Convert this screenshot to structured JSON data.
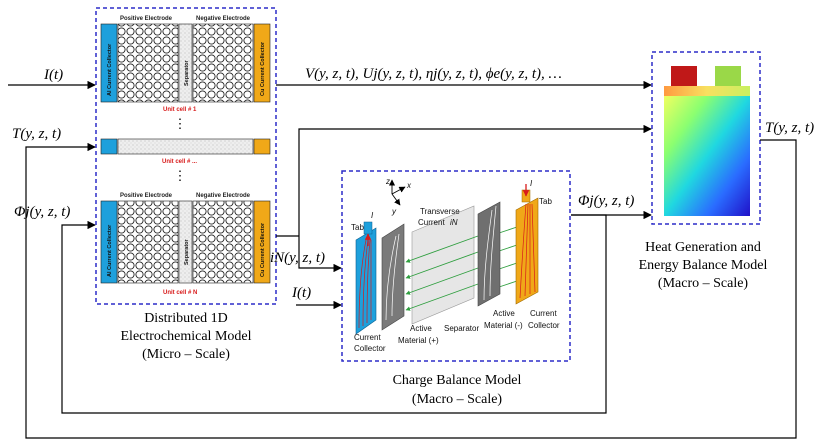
{
  "signals": {
    "current_in": "I(t)",
    "temperature_left": "T(y, z, t)",
    "temperature_right": "T(y, z, t)",
    "potential_left": "Φj(y, z, t)",
    "potential_right": "Φj(y, z, t)",
    "current_density": "iN(y, z, t)",
    "current_charge": "I(t)",
    "output_variables": "V(y, z, t), Uj(y, z, t), ηj(y, z, t), ϕe(y, z, t), …"
  },
  "electrochem_box": {
    "positive_electrode": "Positive Electrode",
    "negative_electrode": "Negative Electrode",
    "separator": "Separator",
    "al_collector": "Al Current Collector",
    "cu_collector": "Cu Current Collector",
    "unit_cell_1": "Unit cell # 1",
    "unit_cell_mid": "Unit cell # ...",
    "unit_cell_n": "Unit cell # N",
    "dots": "⋮",
    "caption_line1": "Distributed 1D",
    "caption_line2": "Electrochemical Model",
    "caption_line3": "(Micro – Scale)"
  },
  "charge_box": {
    "tab_left": "Tab",
    "tab_right": "Tab",
    "current_symbol": "I",
    "transverse_line1": "Transverse",
    "transverse_line2": "Current",
    "transverse_symbol": "iN",
    "axis_z": "z",
    "axis_x": "x",
    "axis_y": "y",
    "current_collector_left_1": "Current",
    "current_collector_left_2": "Collector",
    "active_pos_1": "Active",
    "active_pos_2": "Material (+)",
    "separator": "Separator",
    "active_neg_1": "Active",
    "active_neg_2": "Material (-)",
    "current_collector_right_1": "Current",
    "current_collector_right_2": "Collector",
    "caption_line1": "Charge Balance Model",
    "caption_line2": "(Macro – Scale)"
  },
  "heat_box": {
    "caption_line1": "Heat Generation and",
    "caption_line2": "Energy Balance Model",
    "caption_line3": "(Macro – Scale)"
  },
  "colors": {
    "dashed_border": "#2d2dc8",
    "al_collector": "#1ea0dc",
    "cu_collector": "#f0a818",
    "unit_label": "#d81b1b",
    "arrow_green": "#2e9e3e",
    "arrow_red": "#d81b1b"
  }
}
